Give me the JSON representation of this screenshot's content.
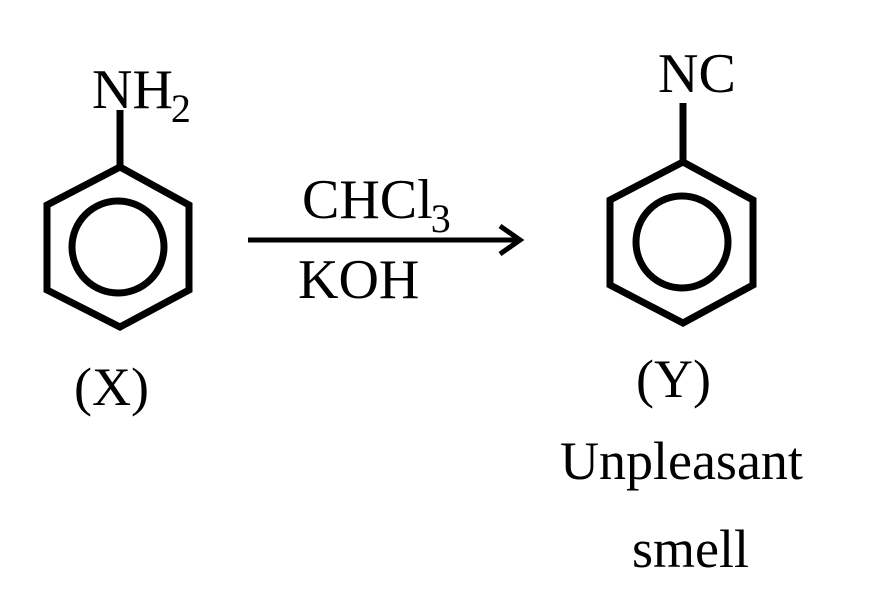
{
  "reactant": {
    "group_main": "NH",
    "group_subscript": "2",
    "label": "(X)"
  },
  "reagents": {
    "top_main": "CHCl",
    "top_subscript": "3",
    "bottom": "KOH"
  },
  "product": {
    "group": "NC",
    "label": "(Y)",
    "description_line1": "Unpleasant",
    "description_line2": "smell"
  },
  "colors": {
    "ink": "#000000",
    "background": "#ffffff"
  }
}
